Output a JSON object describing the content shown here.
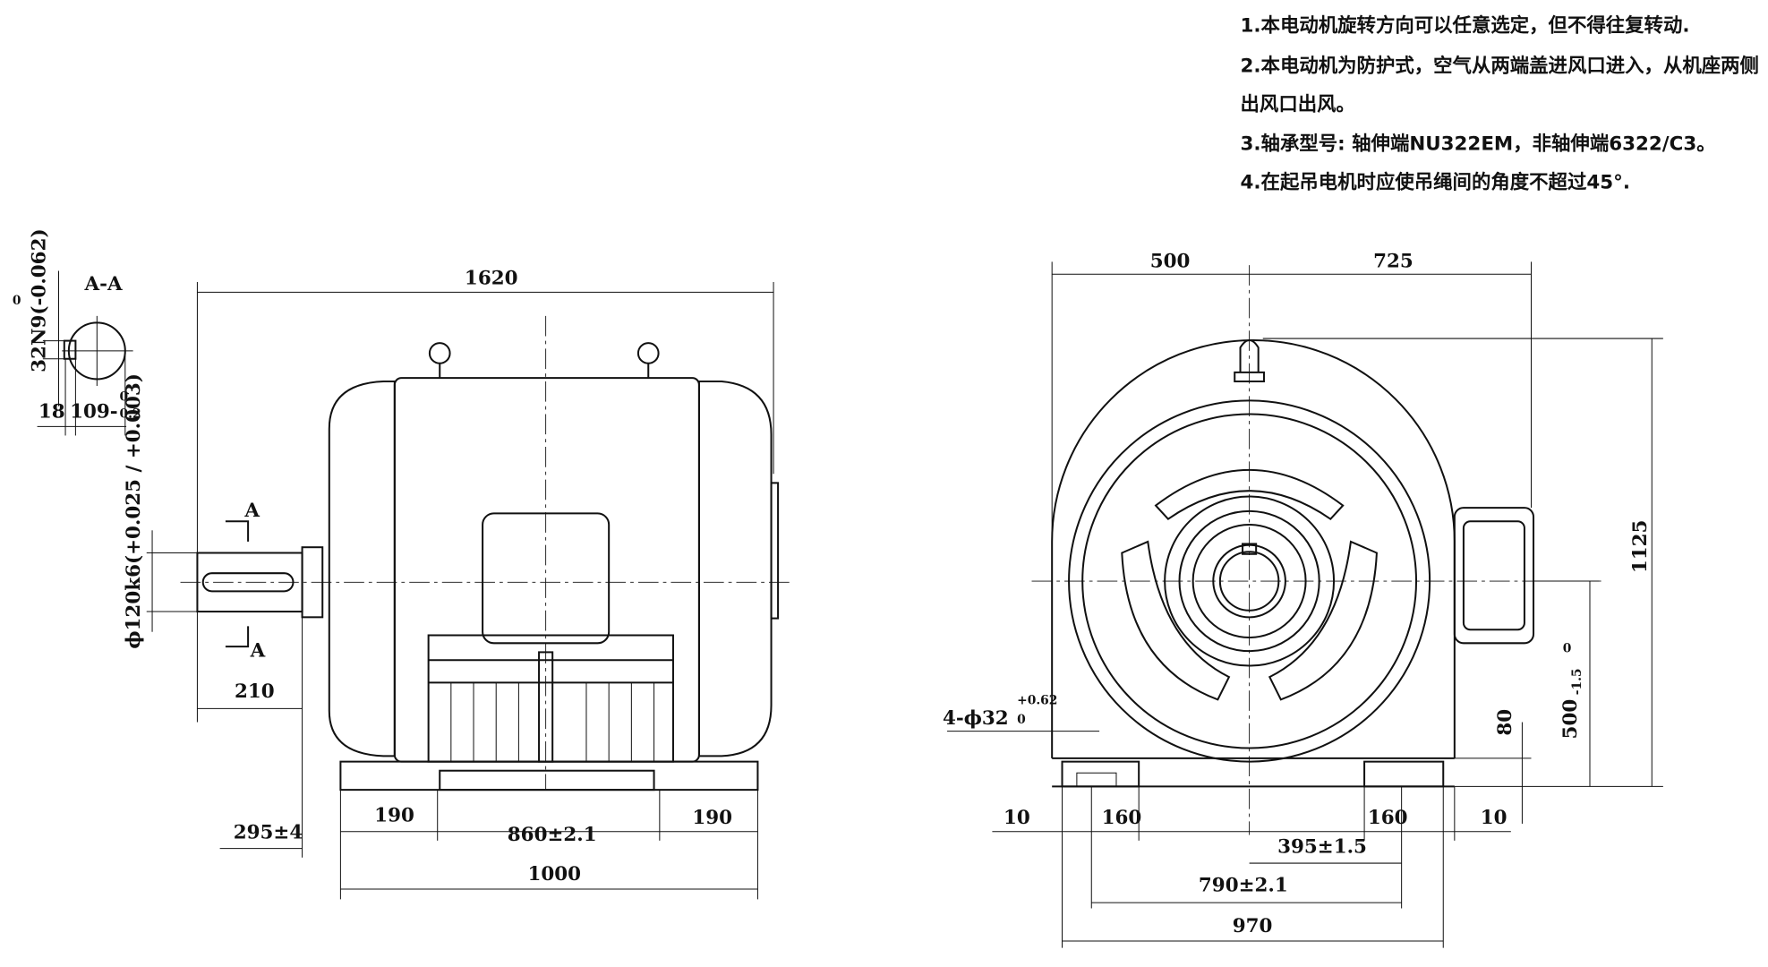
{
  "notes": [
    "1.本电动机旋转方向可以任意选定，但不得往复转动.",
    "2.本电动机为防护式，空气从两端盖进风口进入，从机座两侧",
    "出风口出风。",
    "3.轴承型号: 轴伸端NU322EM，非轴伸端6322/C3。",
    "4.在起吊电机时应使吊绳间的角度不超过45°."
  ],
  "section_aa": {
    "title": "A-A",
    "keyway": "32N9(-0.062)",
    "keyway_upper": "0",
    "depth": "18",
    "shaft_height": "109-",
    "shaft_height_tol_upper": "0",
    "shaft_height_tol_lower": "0.2"
  },
  "side_view": {
    "overall_length": "1620",
    "shaft_dia": "ϕ120k6(+0.025 / +0.003)",
    "section_mark": "A",
    "shaft_length": "210",
    "shaft_to_foot": "295±4",
    "foot_left": "190",
    "foot_span": "860±2.1",
    "foot_right": "190",
    "base_length": "1000"
  },
  "front_view": {
    "left_width": "500",
    "right_width": "725",
    "total_height": "1125",
    "center_height": "500",
    "center_height_tol_upper": "0",
    "center_height_tol_lower": "-1.5",
    "foot_thickness": "80",
    "holes": "4-ϕ32",
    "holes_tol_upper": "+0.62",
    "holes_tol_lower": "0",
    "edge_left": "10",
    "foot_left": "160",
    "foot_right": "160",
    "edge_right": "10",
    "half_span": "395±1.5",
    "hole_span": "790±2.1",
    "base_width": "970"
  }
}
